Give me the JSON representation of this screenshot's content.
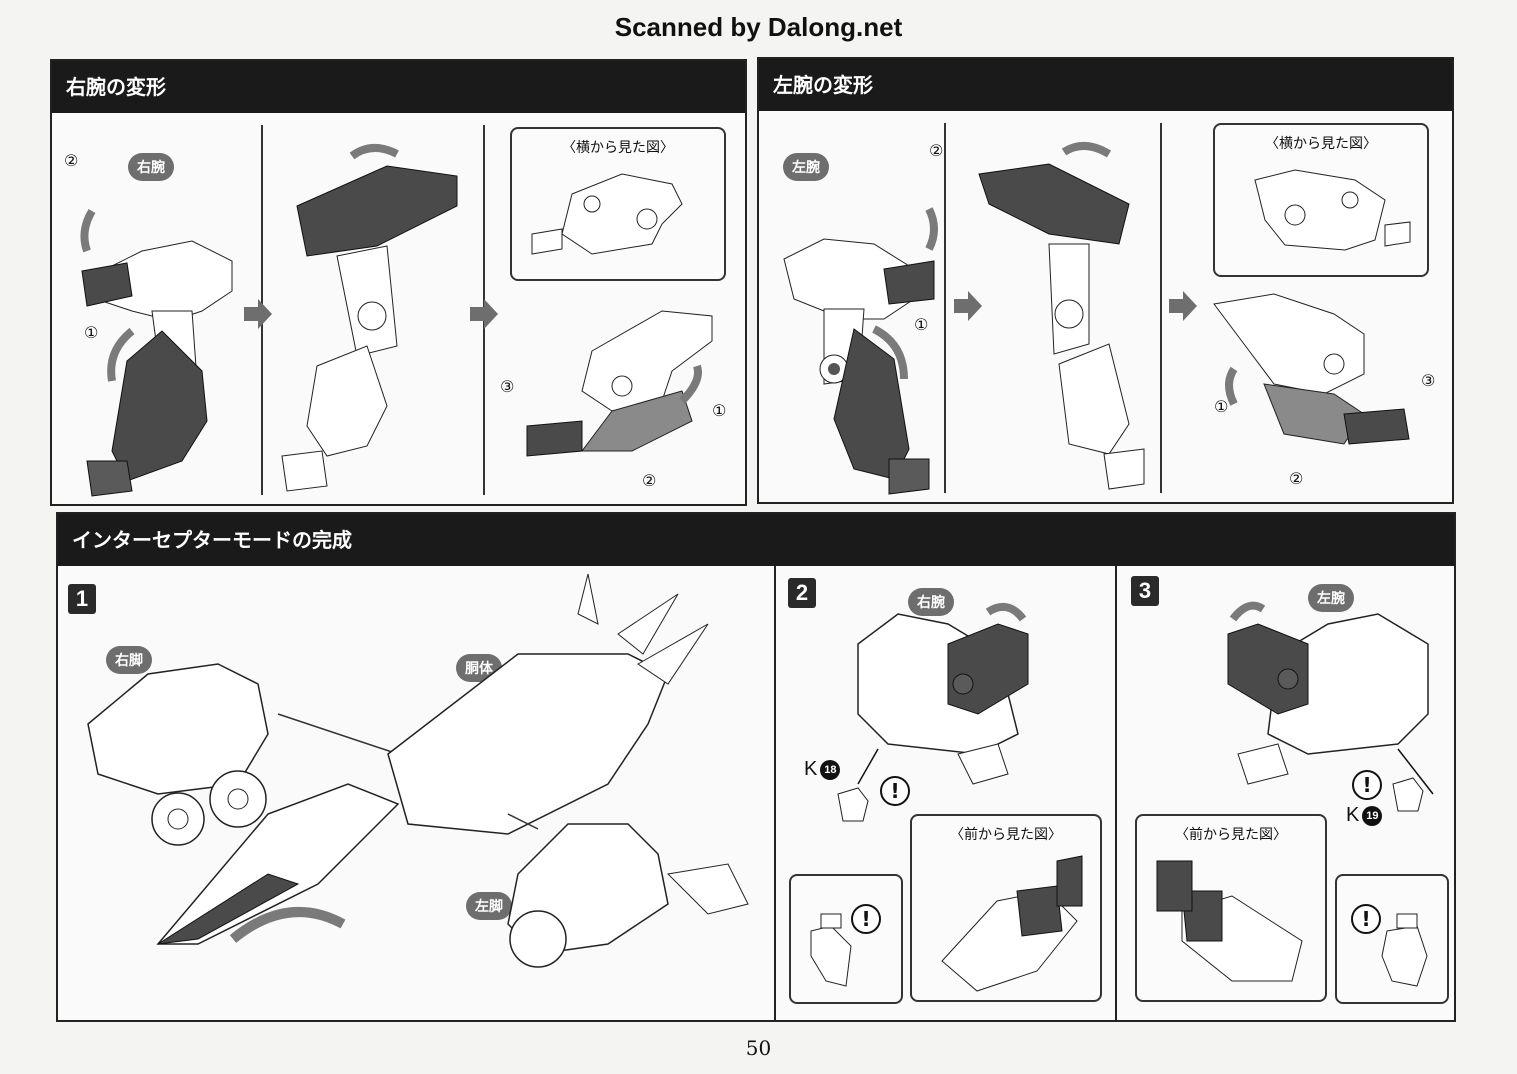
{
  "watermark": "Scanned by Dalong.net",
  "page_number": "50",
  "colors": {
    "header_bg": "#1a1a1a",
    "part_dark": "#4a4a4a",
    "part_mid": "#8a8a8a",
    "tag_bg": "#6e6e6e",
    "arrow": "#7a7a7a"
  },
  "right_arm": {
    "title": "右腕の変形",
    "step1": {
      "tag": "右腕",
      "markers": [
        "②",
        "①"
      ]
    },
    "side_view_label": "〈横から見た図〉",
    "step3": {
      "markers": [
        "③",
        "①",
        "②"
      ]
    }
  },
  "left_arm": {
    "title": "左腕の変形",
    "step1": {
      "tag": "左腕",
      "markers": [
        "②",
        "①"
      ]
    },
    "side_view_label": "〈横から見た図〉",
    "step3": {
      "markers": [
        "③",
        "①",
        "②"
      ]
    }
  },
  "completion": {
    "title": "インターセプターモードの完成",
    "step1": {
      "number": "1",
      "tags": {
        "right_leg": "右脚",
        "body": "胴体",
        "left_leg": "左脚"
      }
    },
    "step2": {
      "number": "2",
      "tag": "右腕",
      "part_letter": "K",
      "part_number": "18",
      "front_view_label": "〈前から見た図〉",
      "warning": "!"
    },
    "step3": {
      "number": "3",
      "tag": "左腕",
      "part_letter": "K",
      "part_number": "19",
      "front_view_label": "〈前から見た図〉",
      "warning": "!"
    }
  }
}
